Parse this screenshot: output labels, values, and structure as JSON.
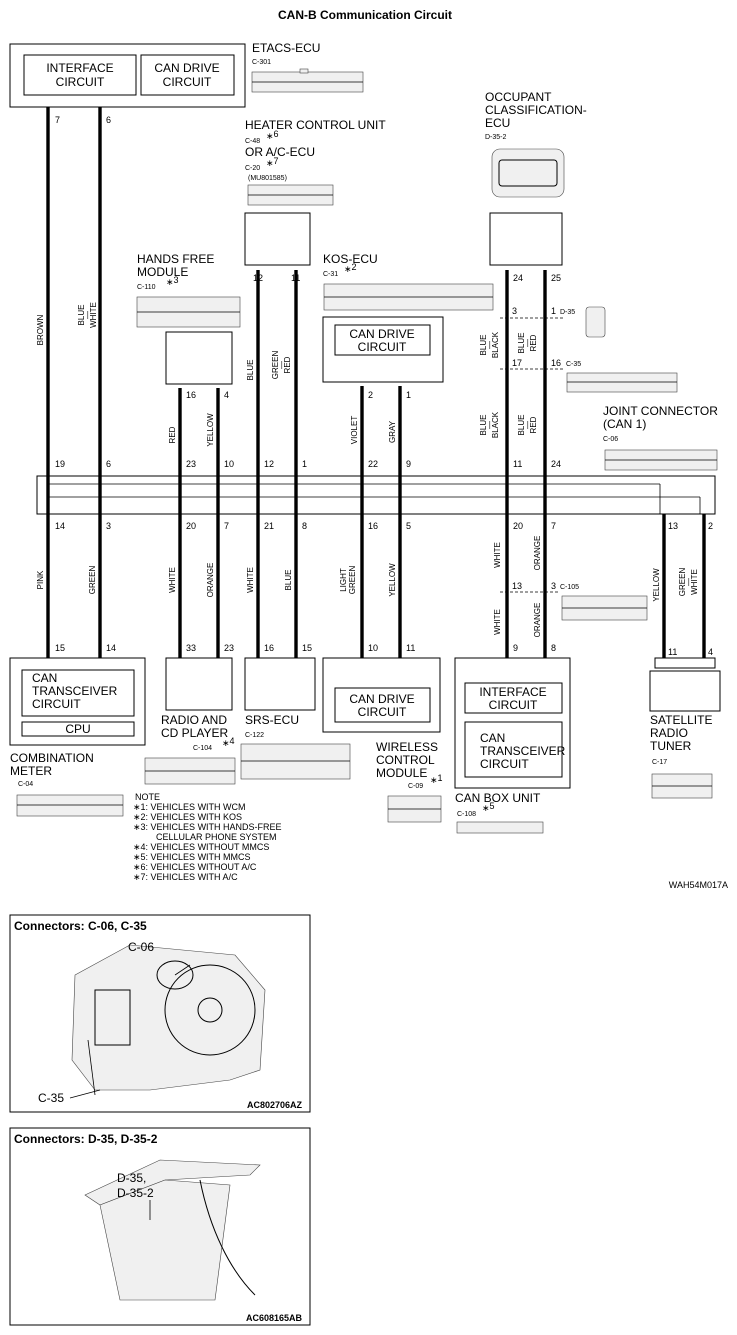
{
  "title": "CAN-B Communication Circuit",
  "diagram_code": "WAH54M017A",
  "components": {
    "etacs": {
      "name": "ETACS-ECU",
      "connector": "C-301",
      "interface": [
        "INTERFACE",
        "CIRCUIT"
      ],
      "can_drive": [
        "CAN DRIVE",
        "CIRCUIT"
      ],
      "pins": [
        "7",
        "6"
      ]
    },
    "heater": {
      "line1": "HEATER CONTROL UNIT",
      "c48": "C-48",
      "note6": "∗",
      "note6n": "6",
      "line2": "OR A/C-ECU",
      "c20": "C-20",
      "note7": "∗",
      "note7n": "7",
      "sub": "(MU801585)",
      "pins": [
        "12",
        "11"
      ]
    },
    "occupant": {
      "lines": [
        "OCCUPANT",
        "CLASSIFICATION-",
        "ECU"
      ],
      "connector": "D-35-2",
      "pins": [
        "24",
        "25"
      ]
    },
    "handsfree": {
      "lines": [
        "HANDS FREE",
        "MODULE"
      ],
      "connector": "C-110",
      "note": "3",
      "pins": [
        "16",
        "4"
      ]
    },
    "kos": {
      "name": "KOS-ECU",
      "connector": "C-31",
      "note": "2",
      "can_drive": [
        "CAN DRIVE",
        "CIRCUIT"
      ],
      "pins": [
        "2",
        "1"
      ]
    },
    "d35": {
      "connector": "D-35",
      "pins": [
        "3",
        "1",
        "17",
        "16"
      ]
    },
    "c35": {
      "connector": "C-35"
    },
    "joint": {
      "lines": [
        "JOINT CONNECTOR",
        "(CAN 1)"
      ],
      "connector": "C-06",
      "top_pins": [
        "19",
        "6",
        "23",
        "10",
        "12",
        "1",
        "22",
        "9",
        "11",
        "24"
      ],
      "bottom_pins": [
        "14",
        "3",
        "20",
        "7",
        "21",
        "8",
        "16",
        "5",
        "20",
        "7",
        "13",
        "2"
      ]
    },
    "combination": {
      "lines": [
        "COMBINATION",
        "METER"
      ],
      "connector": "C-04",
      "can": [
        "CAN",
        "TRANSCEIVER",
        "CIRCUIT"
      ],
      "cpu": "CPU",
      "pins": [
        "15",
        "14"
      ]
    },
    "radio": {
      "lines": [
        "RADIO AND",
        "CD PLAYER"
      ],
      "connector": "C-104",
      "note": "4",
      "pins": [
        "33",
        "23"
      ]
    },
    "srs": {
      "name": "SRS-ECU",
      "connector": "C-122",
      "pins": [
        "16",
        "15"
      ]
    },
    "wcm": {
      "lines": [
        "WIRELESS",
        "CONTROL",
        "MODULE"
      ],
      "connector": "C-09",
      "note": "1",
      "can_drive": [
        "CAN DRIVE",
        "CIRCUIT"
      ],
      "pins": [
        "10",
        "11"
      ]
    },
    "canbox": {
      "name": "CAN BOX UNIT",
      "connector": "C-108",
      "note": "5",
      "interface": [
        "INTERFACE",
        "CIRCUIT"
      ],
      "can": [
        "CAN",
        "TRANSCEIVER",
        "CIRCUIT"
      ],
      "pins": [
        "9",
        "8"
      ]
    },
    "c105": {
      "connector": "C-105",
      "pins": [
        "13",
        "3"
      ]
    },
    "satellite": {
      "lines": [
        "SATELLITE",
        "RADIO",
        "TUNER"
      ],
      "connector": "C-17",
      "pins": [
        "11",
        "4"
      ]
    }
  },
  "wires": {
    "brown": "BROWN",
    "blue_white": [
      "BLUE",
      "—",
      "WHITE"
    ],
    "blue": "BLUE",
    "green_red": [
      "GREEN",
      "—",
      "RED"
    ],
    "red": "RED",
    "yellow": "YELLOW",
    "violet": "VIOLET",
    "gray": "GRAY",
    "blue_black": [
      "BLUE",
      "—",
      "BLACK"
    ],
    "blue_red": [
      "BLUE",
      "—",
      "RED"
    ],
    "pink": "PINK",
    "green": "GREEN",
    "white": "WHITE",
    "orange": "ORANGE",
    "light_green": [
      "LIGHT",
      "GREEN"
    ],
    "green_white": [
      "GREEN",
      "—",
      "WHITE"
    ]
  },
  "notes": {
    "heading": "NOTE",
    "items": [
      {
        "mark": "∗1",
        "text": ": VEHICLES WITH WCM"
      },
      {
        "mark": "∗2",
        "text": ": VEHICLES WITH KOS"
      },
      {
        "mark": "∗3",
        "text": ": VEHICLES WITH HANDS-FREE"
      },
      {
        "mark": "",
        "text": "CELLULAR PHONE SYSTEM"
      },
      {
        "mark": "∗4",
        "text": ": VEHICLES WITHOUT MMCS"
      },
      {
        "mark": "∗5",
        "text": ": VEHICLES WITH MMCS"
      },
      {
        "mark": "∗6",
        "text": ": VEHICLES WITHOUT A/C"
      },
      {
        "mark": "∗7",
        "text": ": VEHICLES WITH A/C"
      }
    ]
  },
  "panel1": {
    "title": "Connectors: C-06, C-35",
    "label_top": "C-06",
    "label_bottom": "C-35",
    "code": "AC802706AZ"
  },
  "panel2": {
    "title": "Connectors: D-35, D-35-2",
    "label1": "D-35,",
    "label2": "D-35-2",
    "code": "AC608165AB"
  }
}
